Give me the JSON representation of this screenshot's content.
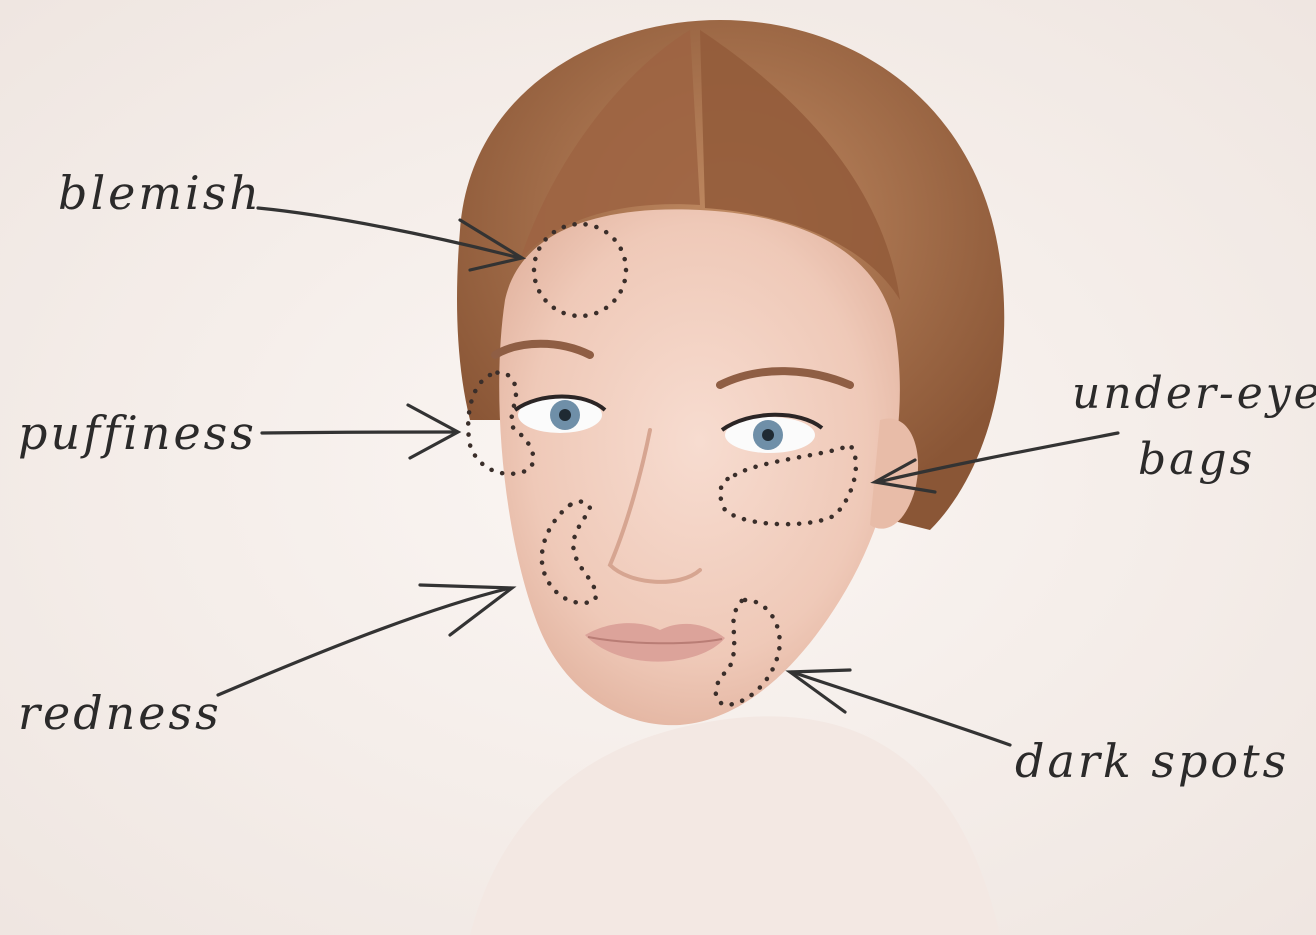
{
  "annotations": {
    "blemish": "blemish",
    "puffiness": "puffiness",
    "redness": "redness",
    "under_eye_line1": "under-eye",
    "under_eye_line2": "bags",
    "dark_spots": "dark spots"
  },
  "colors": {
    "background": "#f6f0ec",
    "skin": "#f2d2c4",
    "hair": "#a86e4a",
    "ink": "#2b2a2a",
    "dots": "#3a2e2a"
  }
}
